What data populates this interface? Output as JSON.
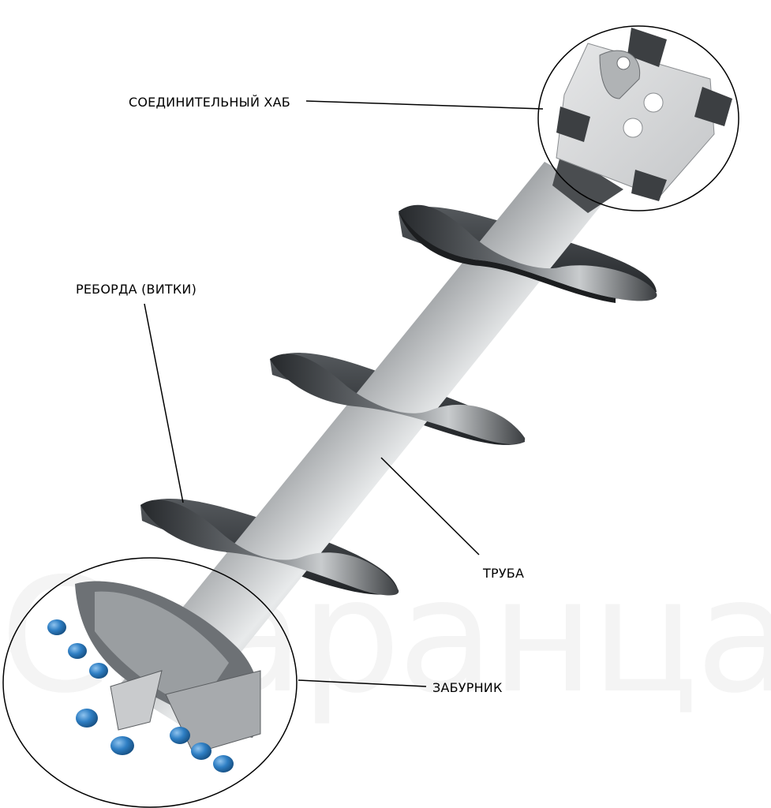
{
  "labels": {
    "hub": "СОЕДИНИТЕЛЬНЫЙ ХАБ",
    "flight": "РЕБОРДА (ВИТКИ)",
    "pipe": "ТРУБА",
    "pilot": "ЗАБУРНИК"
  },
  "watermark": "Спаранца",
  "colors": {
    "steel_dark": "#3a3d40",
    "steel_mid": "#7a7e82",
    "steel_light": "#d5d8da",
    "hub_plate": "#d9dadb",
    "teeth": "#2f7fc4",
    "callout_line": "#000000"
  }
}
